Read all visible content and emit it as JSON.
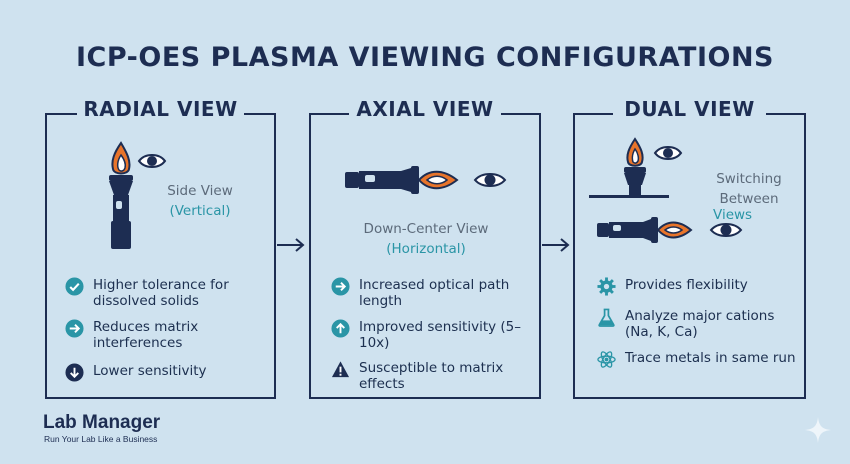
{
  "title": "ICP-OES PLASMA VIEWING CONFIGURATIONS",
  "colors": {
    "background": "#cfe2ef",
    "navy": "#1d2d52",
    "teal": "#2a95a6",
    "flame_orange": "#e8742a",
    "gray_text": "#5c6a7a"
  },
  "panels": [
    {
      "title": "RADIAL VIEW",
      "view_line1": "Side View",
      "view_line2": "(Vertical)",
      "features": [
        {
          "icon": "check-circle-icon",
          "text": "Higher tolerance for dissolved solids"
        },
        {
          "icon": "right-arrow-circle-icon",
          "text": "Reduces matrix interferences"
        },
        {
          "icon": "down-arrow-circle-icon",
          "text": "Lower sensitivity"
        }
      ]
    },
    {
      "title": "AXIAL VIEW",
      "view_line1": "Down-Center View",
      "view_line2": "(Horizontal)",
      "features": [
        {
          "icon": "right-arrow-circle-icon",
          "text": "Increased optical path length"
        },
        {
          "icon": "up-arrow-circle-icon",
          "text": "Improved sensitivity (5–10x)"
        },
        {
          "icon": "warning-icon",
          "text": "Susceptible to matrix effects"
        }
      ]
    },
    {
      "title": "DUAL VIEW",
      "view_line1": "Switching",
      "view_line2": "Between",
      "view_line3": "Views",
      "features": [
        {
          "icon": "gear-icon",
          "text": "Provides flexibility"
        },
        {
          "icon": "flask-icon",
          "text": "Analyze major cations (Na, K, Ca)"
        },
        {
          "icon": "atom-icon",
          "text": "Trace metals in same run"
        }
      ]
    }
  ],
  "logo": {
    "name": "Lab Manager",
    "tagline": "Run Your Lab Like a Business"
  }
}
